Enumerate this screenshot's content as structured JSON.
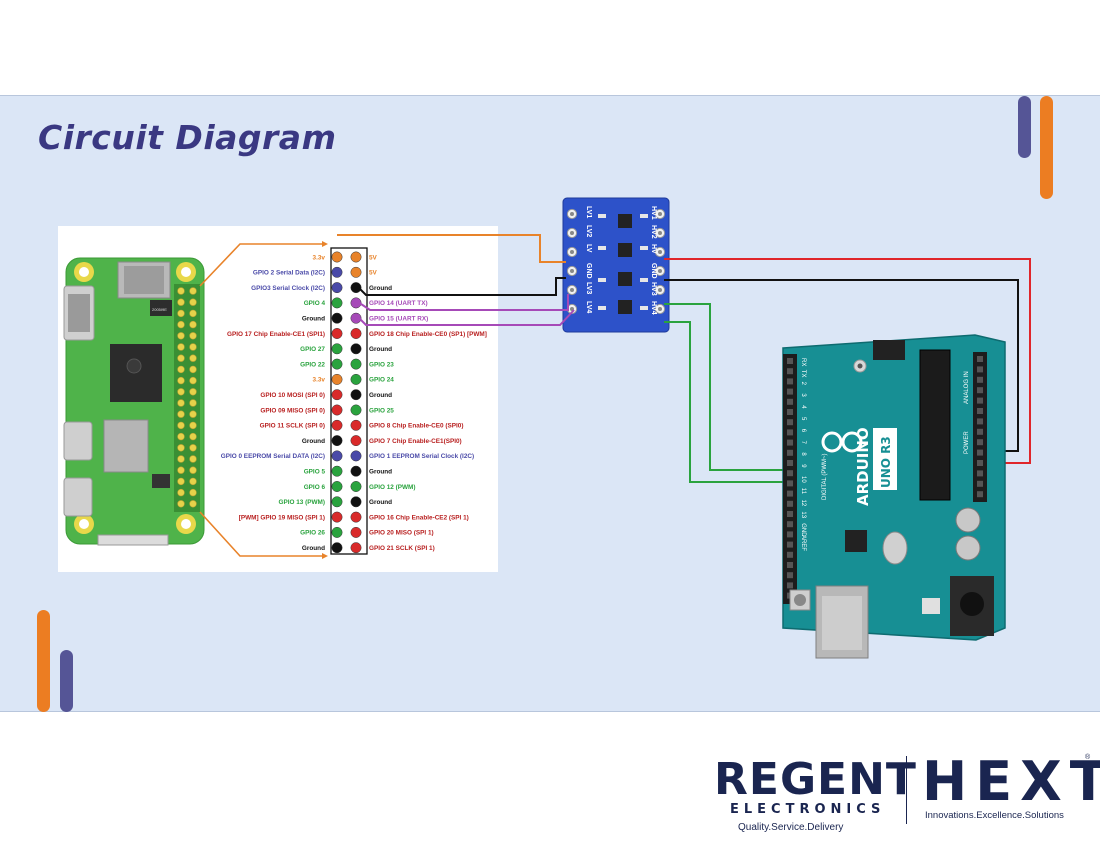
{
  "title": "Circuit Diagram",
  "pins_left": [
    {
      "label": "3.3v",
      "color": "#e8832a",
      "text": "#e8832a"
    },
    {
      "label": "GPIO 2 Serial Data (I2C)",
      "color": "#4a4aa8",
      "text": "#4a4aa8"
    },
    {
      "label": "GPIO3 Serial Clock (I2C)",
      "color": "#4a4aa8",
      "text": "#4a4aa8"
    },
    {
      "label": "GPIO 4",
      "color": "#2aa33e",
      "text": "#2aa33e"
    },
    {
      "label": "Ground",
      "color": "#111111",
      "text": "#111111"
    },
    {
      "label": "GPIO 17 Chip Enable-CE1 (SPI1)",
      "color": "#d92a2a",
      "text": "#b81f1f"
    },
    {
      "label": "GPIO 27",
      "color": "#2aa33e",
      "text": "#2aa33e"
    },
    {
      "label": "GPIO 22",
      "color": "#2aa33e",
      "text": "#2aa33e"
    },
    {
      "label": "3.3v",
      "color": "#e8832a",
      "text": "#e8832a"
    },
    {
      "label": "GPIO 10 MOSI (SPI 0)",
      "color": "#d92a2a",
      "text": "#b81f1f"
    },
    {
      "label": "GPIO 09 MISO (SPI 0)",
      "color": "#d92a2a",
      "text": "#b81f1f"
    },
    {
      "label": "GPIO 11 SCLK (SPI 0)",
      "color": "#d92a2a",
      "text": "#b81f1f"
    },
    {
      "label": "Ground",
      "color": "#111111",
      "text": "#111111"
    },
    {
      "label": "GPIO 0 EEPROM Serial DATA (I2C)",
      "color": "#4a4aa8",
      "text": "#4a4aa8"
    },
    {
      "label": "GPIO 5",
      "color": "#2aa33e",
      "text": "#2aa33e"
    },
    {
      "label": "GPIO 6",
      "color": "#2aa33e",
      "text": "#2aa33e"
    },
    {
      "label": "GPIO 13 (PWM)",
      "color": "#2aa33e",
      "text": "#2aa33e"
    },
    {
      "label": "[PWM] GPIO 19 MISO (SPI 1)",
      "color": "#d92a2a",
      "text": "#b81f1f"
    },
    {
      "label": "GPIO 26",
      "color": "#2aa33e",
      "text": "#2aa33e"
    },
    {
      "label": "Ground",
      "color": "#111111",
      "text": "#111111"
    }
  ],
  "pins_right": [
    {
      "label": "5V",
      "color": "#e8832a",
      "text": "#e8832a"
    },
    {
      "label": "5V",
      "color": "#e8832a",
      "text": "#e8832a"
    },
    {
      "label": "Ground",
      "color": "#111111",
      "text": "#111111"
    },
    {
      "label": "GPIO 14 (UART TX)",
      "color": "#a64ab8",
      "text": "#a64ab8"
    },
    {
      "label": "GPIO 15 (UART RX)",
      "color": "#a64ab8",
      "text": "#a64ab8"
    },
    {
      "label": "GPIO 18 Chip Enable-CE0 (SP1) [PWM]",
      "color": "#d92a2a",
      "text": "#b81f1f"
    },
    {
      "label": "Ground",
      "color": "#111111",
      "text": "#111111"
    },
    {
      "label": "GPIO 23",
      "color": "#2aa33e",
      "text": "#2aa33e"
    },
    {
      "label": "GPIO 24",
      "color": "#2aa33e",
      "text": "#2aa33e"
    },
    {
      "label": "Ground",
      "color": "#111111",
      "text": "#111111"
    },
    {
      "label": "GPIO 25",
      "color": "#2aa33e",
      "text": "#2aa33e"
    },
    {
      "label": "GPIO 8 Chip Enable-CE0 (SPI0)",
      "color": "#d92a2a",
      "text": "#b81f1f"
    },
    {
      "label": "GPIO 7 Chip Enable-CE1(SPI0)",
      "color": "#d92a2a",
      "text": "#b81f1f"
    },
    {
      "label": "GPIO 1 EEPROM Serial Clock (I2C)",
      "color": "#4a4aa8",
      "text": "#4a4aa8"
    },
    {
      "label": "Ground",
      "color": "#111111",
      "text": "#111111"
    },
    {
      "label": "GPIO 12 (PWM)",
      "color": "#2aa33e",
      "text": "#2aa33e"
    },
    {
      "label": "Ground",
      "color": "#111111",
      "text": "#111111"
    },
    {
      "label": "GPIO 16 Chip Enable-CE2 (SPI 1)",
      "color": "#d92a2a",
      "text": "#b81f1f"
    },
    {
      "label": "GPIO 20 MISO (SPI 1)",
      "color": "#d92a2a",
      "text": "#b81f1f"
    },
    {
      "label": "GPIO 21 SCLK (SPI 1)",
      "color": "#d92a2a",
      "text": "#b81f1f"
    }
  ],
  "pi_board": {
    "chip_text": "2005I9E"
  },
  "level_shifter": {
    "top_labels": [
      "LV1",
      "LV2",
      "LV",
      "GND",
      "LV3",
      "LV4"
    ],
    "bottom_labels": [
      "HV1",
      "HV2",
      "HV",
      "GND",
      "HV3",
      "HV4"
    ]
  },
  "arduino": {
    "brand": "ARDUINO",
    "model": "UNO R3",
    "digital_label": "DIGITAL (PWM~)",
    "power_label": "POWER",
    "analog_label": "ANALOG IN",
    "pin_labels_top": [
      "RX",
      "TX",
      "2",
      "3",
      "4",
      "5",
      "6",
      "7",
      "8",
      "9",
      "10",
      "11",
      "12",
      "13",
      "GND",
      "AREF"
    ]
  },
  "colors": {
    "wire_orange": "#e8832a",
    "wire_black": "#111111",
    "wire_purple": "#a64ab8",
    "wire_red": "#e0262a",
    "wire_green": "#2aa33e",
    "accent_navy": "#3a3882",
    "accent_orange": "#ec7d22",
    "accent_slate": "#555596"
  },
  "footer": {
    "regent": "REGENT",
    "electronics": "ELECTRONICS",
    "regent_tagline": "Quality.Service.Delivery",
    "hext": "HEXT",
    "hext_tagline": "Innovations.Excellence.Solutions"
  }
}
